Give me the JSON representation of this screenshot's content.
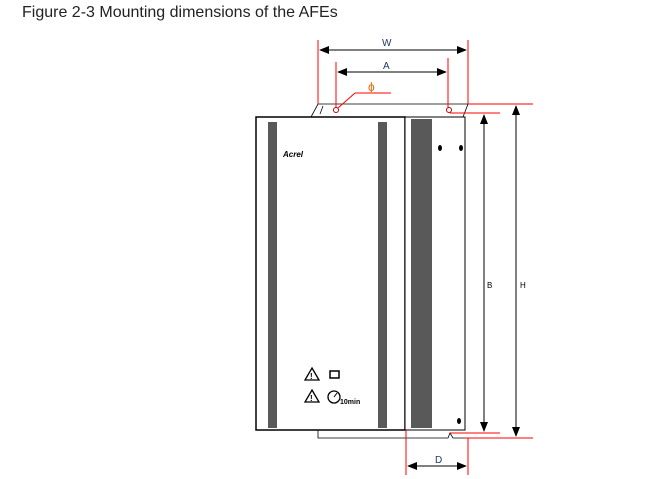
{
  "figure": {
    "caption": "Figure 2-3 Mounting dimensions of the AFEs"
  },
  "dimensions": {
    "W": "W",
    "A": "A",
    "phi": "ϕ",
    "B": "B",
    "H": "H",
    "D": "D"
  },
  "device": {
    "logo": "Acrel",
    "warning_time": "10min"
  },
  "colors": {
    "dimension_line": "#ff0000",
    "label": "#1f3864",
    "phi": "#e36c09",
    "stripe": "#595959"
  }
}
